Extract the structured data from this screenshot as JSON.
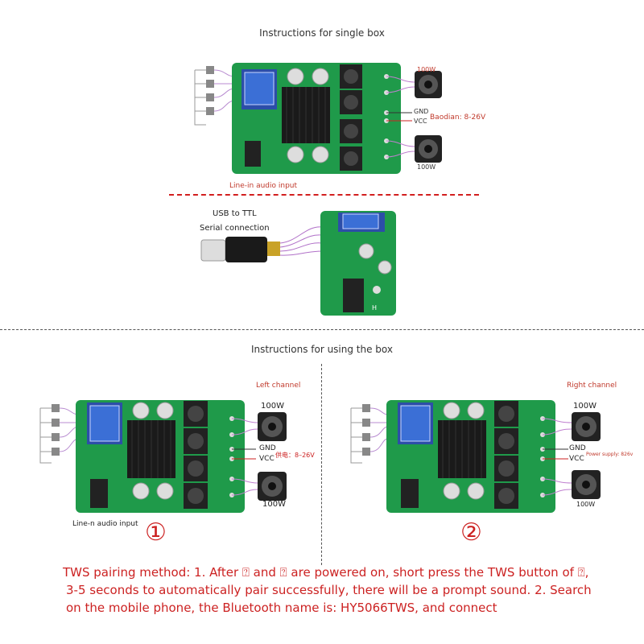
{
  "top_section": {
    "title": "Instructions for single box",
    "speaker_top_label": "100W",
    "speaker_bottom_label": "100W",
    "gnd_label": "GND",
    "vcc_label": "VCC",
    "supply_label": "Baodian: 8-26V",
    "linein_label": "Line-in audio input"
  },
  "usb_section": {
    "line1": "USB to TTL",
    "line2": "Serial connection"
  },
  "bottom_section": {
    "title": "Instructions for using the box",
    "left_channel": "Left channel",
    "right_channel": "Right channel",
    "left_speaker_top": "100W",
    "left_speaker_bottom": "100W",
    "left_gnd": "GND",
    "left_vcc": "VCC",
    "left_supply": "供电：8–26V",
    "left_linein": "Line-n audio input",
    "right_speaker_top": "100W",
    "right_speaker_bottom": "100W",
    "right_gnd": "GND",
    "right_vcc": "VCC",
    "right_supply": "Power supply: 826v",
    "marker_left": "①",
    "marker_right": "②"
  },
  "tws_text": {
    "line1": "TWS pairing method: 1. After ⍰ and ⍰ are powered on, short press the TWS button of ⍰,",
    "line2": "3-5 seconds to automatically pair successfully, there will be a prompt sound. 2. Search",
    "line3": "on the mobile phone, the Bluetooth name is: HY5066TWS, and connect"
  },
  "colors": {
    "pcb_green": "#1f9a4a",
    "pcb_dark": "#157a38",
    "heatsink": "#1a1a1a",
    "accent_red": "#cc2222"
  }
}
